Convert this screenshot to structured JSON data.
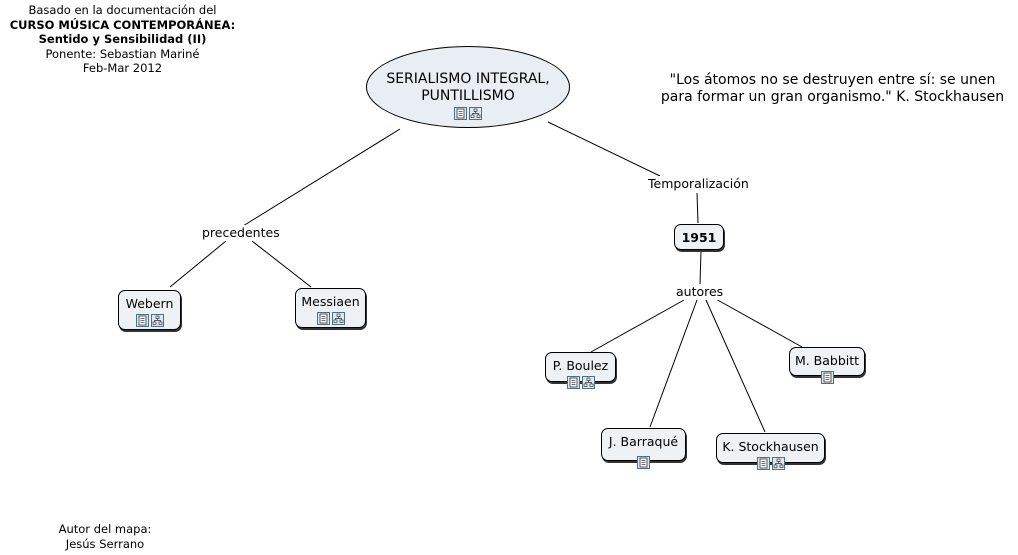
{
  "credits": {
    "line1": "Basado en la documentación del",
    "line2": "CURSO MÚSICA CONTEMPORÁNEA:",
    "line3": "Sentido y Sensibilidad (II)",
    "line4": "Ponente: Sebastian Mariné",
    "line5": "Feb-Mar 2012"
  },
  "author": {
    "line1": "Autor del mapa:",
    "line2": "Jesús Serrano"
  },
  "quote": "\"Los átomos no se destruyen entre sí: se unen para formar un gran organismo.\" K. Stockhausen",
  "map": {
    "root": {
      "line1": "SERIALISMO INTEGRAL,",
      "line2": "PUNTILLISMO"
    },
    "link_precedentes": "precedentes",
    "link_temporalizacion": "Temporalización",
    "link_autores": "autores",
    "webern": "Webern",
    "messiaen": "Messiaen",
    "year": "1951",
    "boulez": "P. Boulez",
    "barraque": "J. Barraqué",
    "stockhausen": "K. Stockhausen",
    "babbitt": "M. Babbitt"
  },
  "icons": {
    "doc": "document-icon",
    "submap": "concept-map-icon"
  },
  "colors": {
    "node_fill": "#eef2f4",
    "root_fill": "#e8eef3",
    "icon_border": "#4a6f8f"
  }
}
